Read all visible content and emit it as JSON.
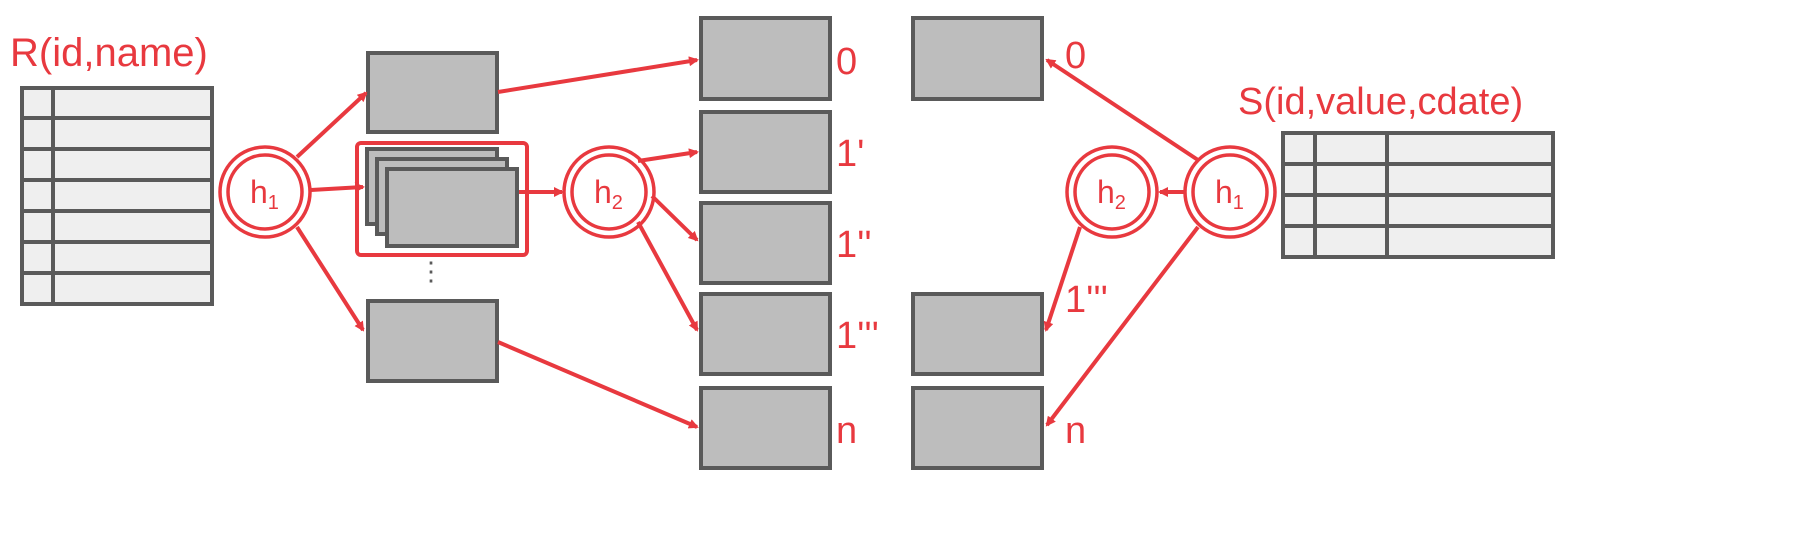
{
  "relations": {
    "r": {
      "label": "R(id,name)",
      "row_count": 7,
      "column_count": 2
    },
    "s": {
      "label": "S(id,value,cdate)",
      "row_count": 4,
      "column_count": 3
    }
  },
  "hash_functions": {
    "h1_base": "h",
    "h1_sub": "1",
    "h2_base": "h",
    "h2_sub": "2"
  },
  "partition_labels": {
    "p0": "0",
    "p1a": "1'",
    "p1b": "1''",
    "p1c": "1'''",
    "pn": "n"
  },
  "ellipsis": "⋮",
  "colors": {
    "accent": "#e8393f",
    "box_fill": "#bdbdbd",
    "box_stroke": "#5a5a5a",
    "table_fill": "#efefef"
  }
}
